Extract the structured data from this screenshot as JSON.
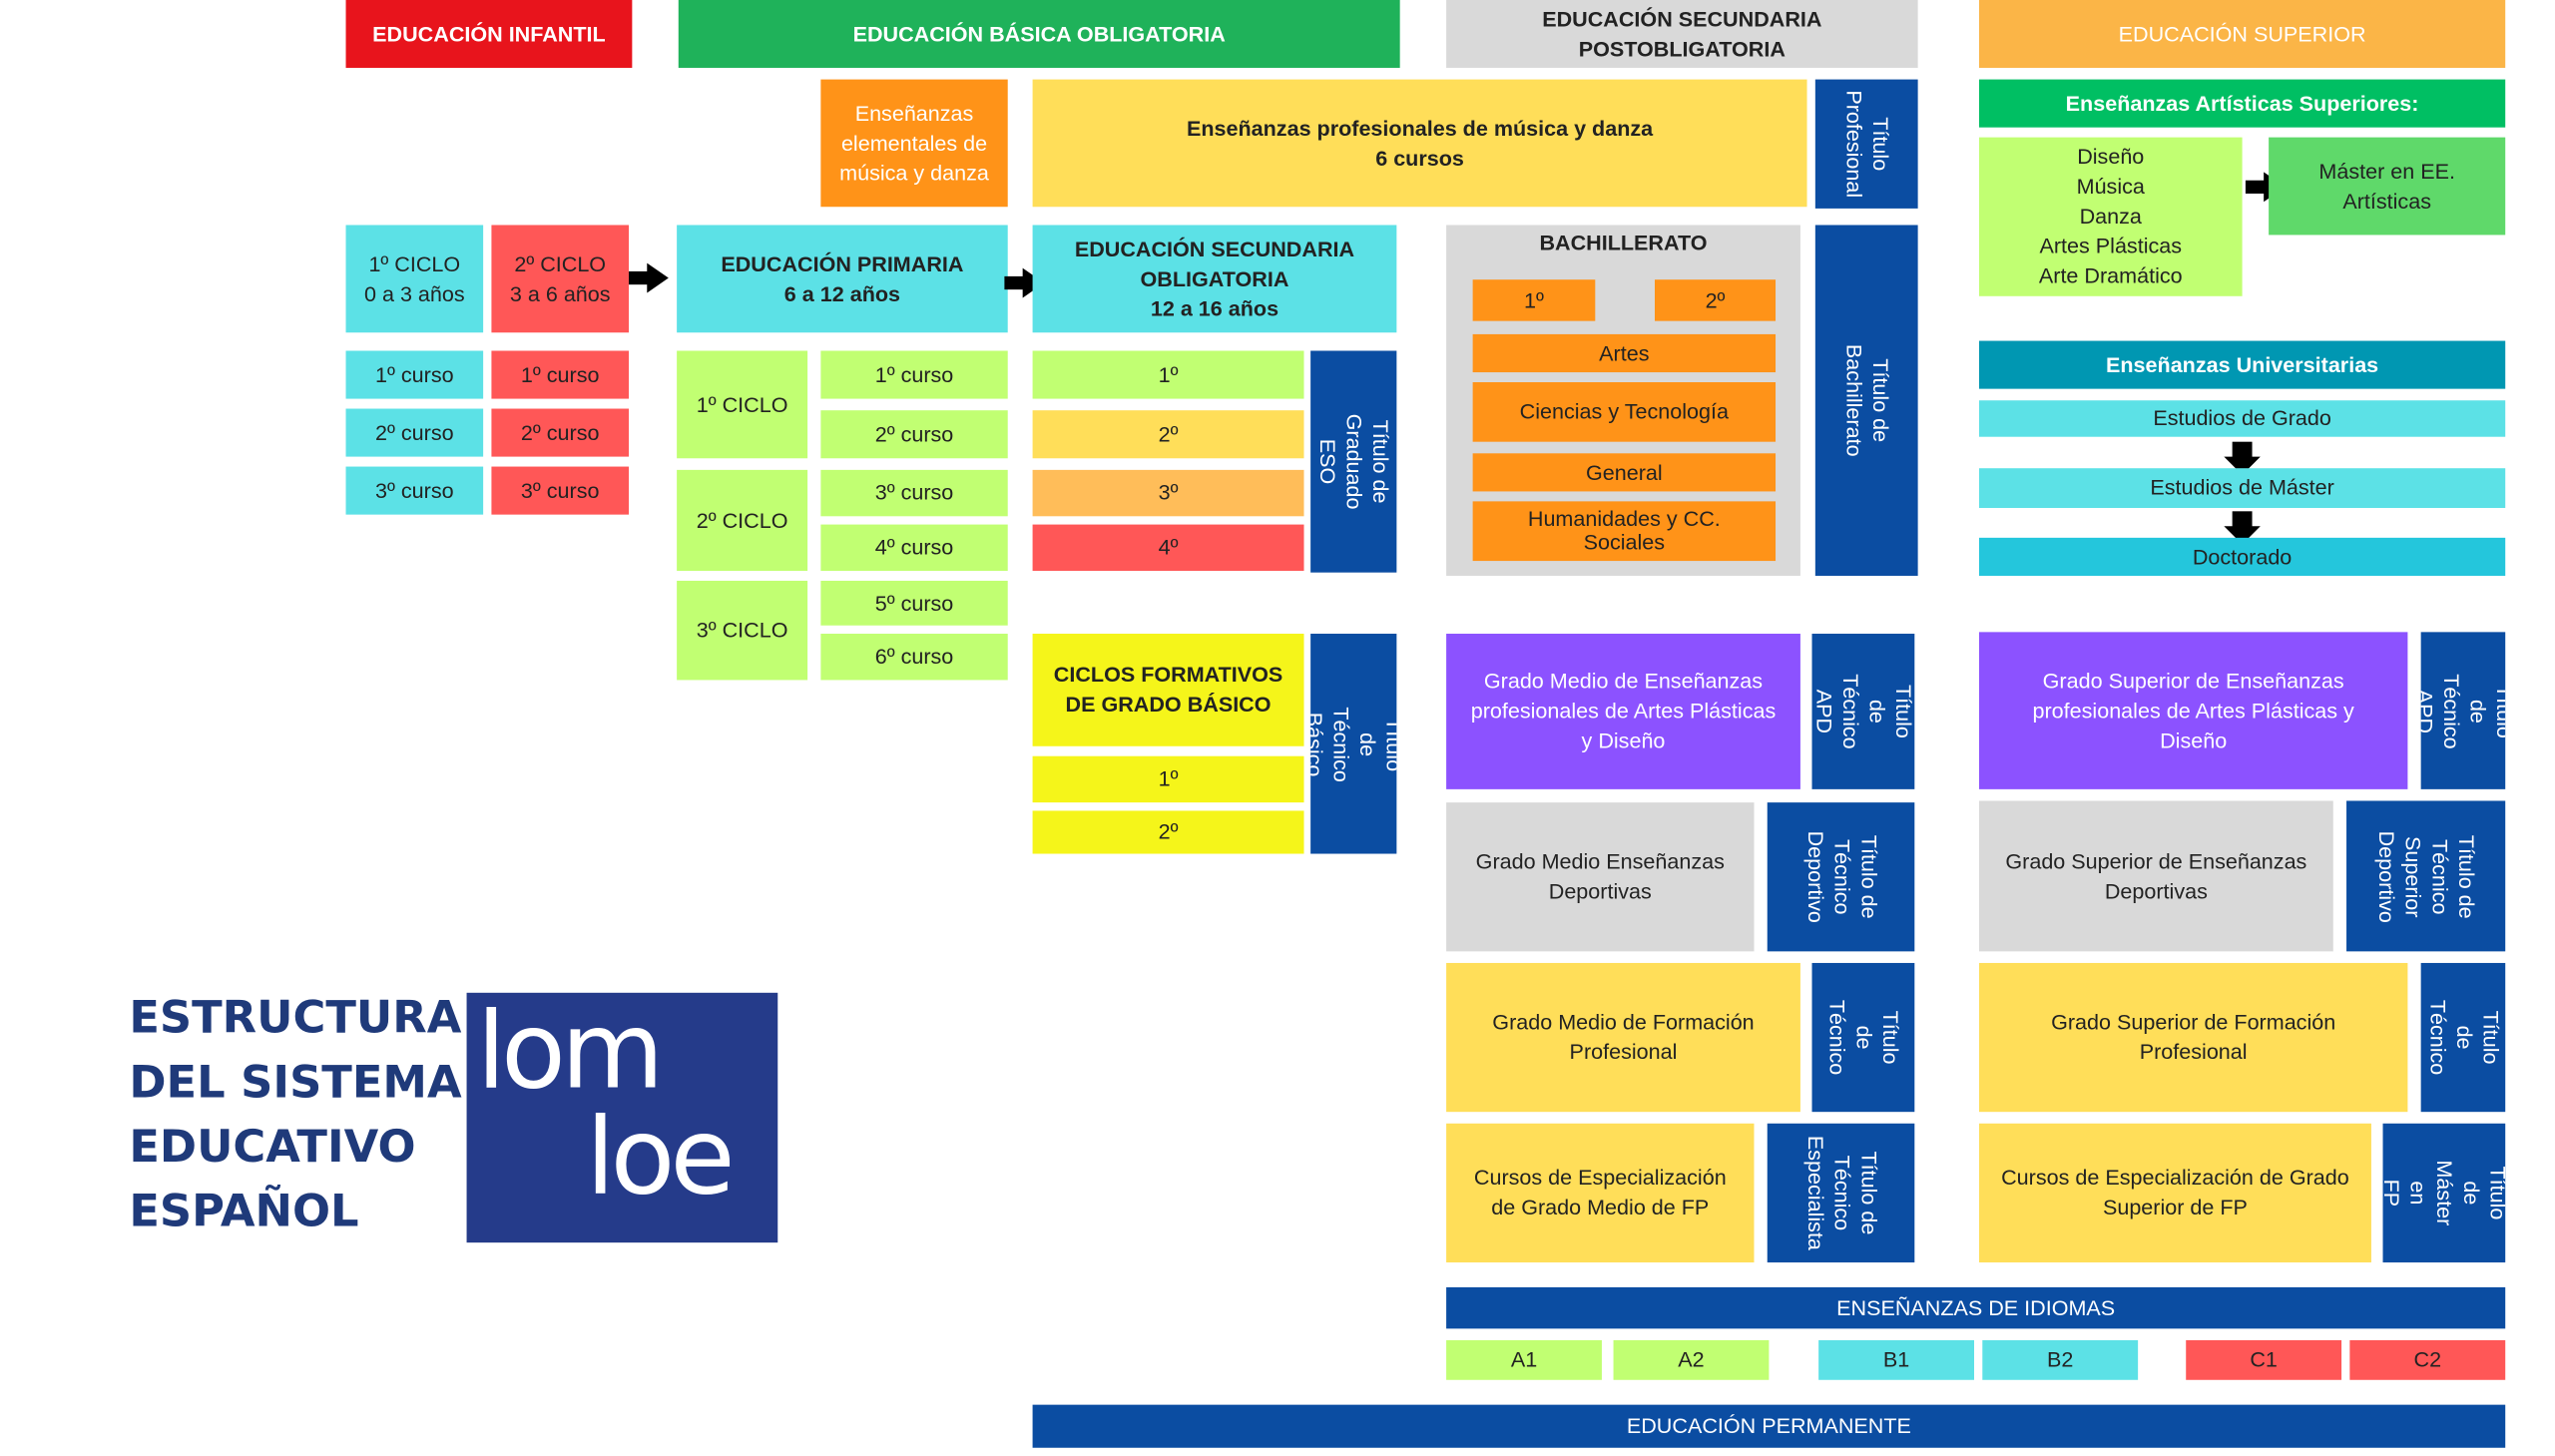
{
  "colors": {
    "red_header": "#e8141c",
    "green_header": "#1fb25a",
    "grey": "#d9d9d9",
    "orange_header": "#fbb547",
    "cyan": "#5ce1e6",
    "salmon": "#ff5757",
    "lime": "#c1ff72",
    "yellow": "#ffde59",
    "bright_yellow": "#f5f51a",
    "orange": "#ff9318",
    "light_orange": "#ffbd59",
    "purple": "#8c52ff",
    "navy": "#0b4da2",
    "teal": "#0097b2",
    "green": "#00bf63",
    "deep_cyan": "#24c6dc",
    "logo_blue": "#253b8a"
  },
  "headers": {
    "infantil": "EDUCACIÓN INFANTIL",
    "basica": "EDUCACIÓN BÁSICA OBLIGATORIA",
    "postobligatoria": "EDUCACIÓN SECUNDARIA\nPOSTOBLIGATORIA",
    "superior": "EDUCACIÓN SUPERIOR"
  },
  "infantil": {
    "ciclo1": "1º CICLO\n0 a 3 años",
    "ciclo2": "2º CICLO\n3 a 6 años",
    "c1_cursos": [
      "1º curso",
      "2º curso",
      "3º curso"
    ],
    "c2_cursos": [
      "1º curso",
      "2º curso",
      "3º curso"
    ]
  },
  "musica": {
    "elementales": "Enseñanzas\nelementales de\nmúsica y danza",
    "profesionales": "Enseñanzas profesionales de música y danza\n6 cursos",
    "titulo": "Título\nProfesional"
  },
  "primaria": {
    "title": "EDUCACIÓN PRIMARIA\n6 a 12 años",
    "ciclos": [
      "1º CICLO",
      "2º CICLO",
      "3º CICLO"
    ],
    "cursos": [
      "1º curso",
      "2º curso",
      "3º curso",
      "4º curso",
      "5º curso",
      "6º curso"
    ]
  },
  "eso": {
    "title": "EDUCACIÓN SECUNDARIA\nOBLIGATORIA\n12 a 16 años",
    "cursos": [
      "1º",
      "2º",
      "3º",
      "4º"
    ],
    "titulo": "Título de Graduado\nESO"
  },
  "basico": {
    "title": "CICLOS FORMATIVOS\nDE GRADO BÁSICO",
    "cursos": [
      "1º",
      "2º"
    ],
    "titulo": "Título de Técnico\nBásico"
  },
  "bachillerato": {
    "title": "BACHILLERATO",
    "cursos": [
      "1º",
      "2º"
    ],
    "modalidades": [
      "Artes",
      "Ciencias y Tecnología",
      "General",
      "Humanidades y CC.\nSociales"
    ],
    "titulo": "Título de Bachillerato"
  },
  "grado_medio": {
    "artes": "Grado Medio de Enseñanzas\nprofesionales de Artes Plásticas\ny Diseño",
    "artes_titulo": "Título de\nTécnico APD",
    "deportivas": "Grado Medio Enseñanzas\nDeportivas",
    "deportivas_titulo": "Título de\nTécnico\nDeportivo",
    "fp": "Grado Medio de Formación\nProfesional",
    "fp_titulo": "Título de\nTécnico",
    "especializacion": "Cursos de Especialización\nde Grado Medio de FP",
    "especializacion_titulo": "Título de\nTécnico\nEspecialista"
  },
  "grado_superior": {
    "artes": "Grado Superior de Enseñanzas\nprofesionales de Artes Plásticas y\nDiseño",
    "artes_titulo": "Título de\nTécnico APD",
    "deportivas": "Grado Superior de Enseñanzas\nDeportivas",
    "deportivas_titulo": "Título de\nTécnico\nSuperior\nDeportivo",
    "fp": "Grado Superior de Formación\nProfesional",
    "fp_titulo": "Título de\nTécnico",
    "especializacion": "Cursos de Especialización de Grado\nSuperior de FP",
    "especializacion_titulo": "Título de\nMáster en\nFP"
  },
  "artisticas": {
    "title": "Enseñanzas Artísticas Superiores:",
    "list": "Diseño\nMúsica\nDanza\nArtes Plásticas\nArte Dramático",
    "master": "Máster en EE.\nArtísticas"
  },
  "universitarias": {
    "title": "Enseñanzas Universitarias",
    "grado": "Estudios de Grado",
    "master": "Estudios de Máster",
    "doctorado": "Doctorado"
  },
  "idiomas": {
    "title": "ENSEÑANZAS DE IDIOMAS",
    "levels": [
      "A1",
      "A2",
      "B1",
      "B2",
      "C1",
      "C2"
    ]
  },
  "permanente": "EDUCACIÓN PERMANENTE",
  "page_title": "ESTRUCTURA\nDEL SISTEMA\nEDUCATIVO\nESPAÑOL",
  "logo": {
    "line1": "lom",
    "line2": "loe"
  }
}
